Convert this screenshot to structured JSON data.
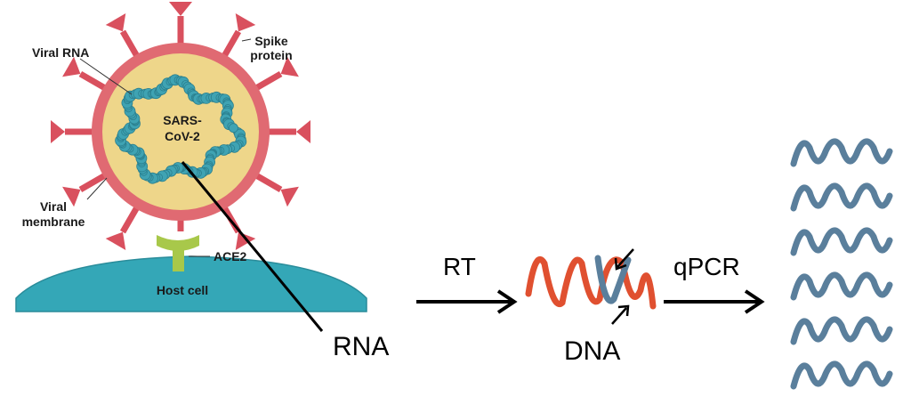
{
  "virus": {
    "labels": {
      "viral_rna": "Viral RNA",
      "spike_line1": "Spike",
      "spike_line2": "protein",
      "sars_line1": "SARS-",
      "sars_line2": "CoV-2",
      "membrane_line1": "Viral",
      "membrane_line2": "membrane",
      "ace2": "ACE2",
      "host_cell": "Host cell"
    },
    "colors": {
      "spike": "#d9505e",
      "envelope": "#e06a72",
      "interior": "#eed68a",
      "rna": "#3fa3b3",
      "ace2": "#a8c84a",
      "host": "#34a7b7"
    }
  },
  "process": {
    "rna_label": "RNA",
    "rt_label": "RT",
    "dna_label": "DNA",
    "qpcr_label": "qPCR",
    "colors": {
      "rna_strand": "#e05030",
      "dna_strand": "#5a7f9c",
      "arrow": "#000000"
    },
    "amplified_copies": 6
  }
}
